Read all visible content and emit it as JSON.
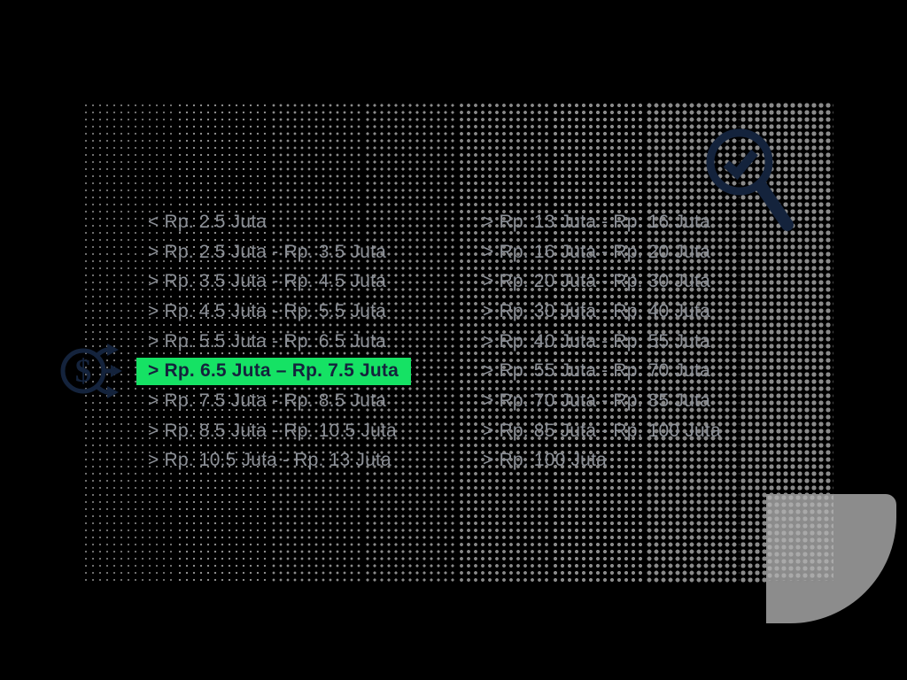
{
  "page": {
    "background": "#000000",
    "description": "Salary range selector overlay on halftone dot background"
  },
  "colors": {
    "accent_green": "#15E264",
    "navy": "#14233C",
    "dot_gray": "#8A8A8A",
    "text_gray": "#8C9097",
    "shape_gray": "#8C8C8C",
    "shape_dot_gray": "#A9A9A9"
  },
  "icons": {
    "left": "dollar-circle-arrows-icon",
    "top_right": "magnifier-check-icon"
  },
  "salary_ranges": {
    "selected_label": "> Rp. 6.5 Juta – Rp. 7.5 Juta",
    "left_column": [
      {
        "label": "< Rp. 2.5 Juta",
        "selected": false
      },
      {
        "label": "> Rp. 2.5 Juta - Rp. 3.5 Juta",
        "selected": false
      },
      {
        "label": "> Rp. 3.5 Juta - Rp. 4.5 Juta",
        "selected": false
      },
      {
        "label": "> Rp. 4.5 Juta - Rp. 5.5 Juta",
        "selected": false
      },
      {
        "label": "> Rp. 5.5 Juta - Rp. 6.5 Juta",
        "selected": false
      },
      {
        "label": "> Rp. 6.5 Juta – Rp. 7.5 Juta",
        "selected": true
      },
      {
        "label": "> Rp. 7.5 Juta - Rp. 8.5 Juta",
        "selected": false
      },
      {
        "label": "> Rp. 8.5 Juta - Rp. 10.5 Juta",
        "selected": false
      },
      {
        "label": "> Rp. 10.5 Juta - Rp. 13 Juta",
        "selected": false
      }
    ],
    "right_column": [
      {
        "label": "> Rp. 13 Juta - Rp. 16 Juta",
        "selected": false
      },
      {
        "label": "> Rp. 16 Juta - Rp. 20 Juta",
        "selected": false
      },
      {
        "label": "> Rp. 20 Juta - Rp. 30 Juta",
        "selected": false
      },
      {
        "label": "> Rp. 30 Juta - Rp. 40 Juta",
        "selected": false
      },
      {
        "label": "> Rp. 40 Juta - Rp. 55 Juta",
        "selected": false
      },
      {
        "label": "> Rp. 55 Juta - Rp. 70 Juta",
        "selected": false
      },
      {
        "label": "> Rp. 70 Juta - Rp. 85 Juta",
        "selected": false
      },
      {
        "label": "> Rp. 85 Juta - Rp. 100 Juta",
        "selected": false
      },
      {
        "label": "> Rp. 100 Juta",
        "selected": false
      }
    ]
  }
}
